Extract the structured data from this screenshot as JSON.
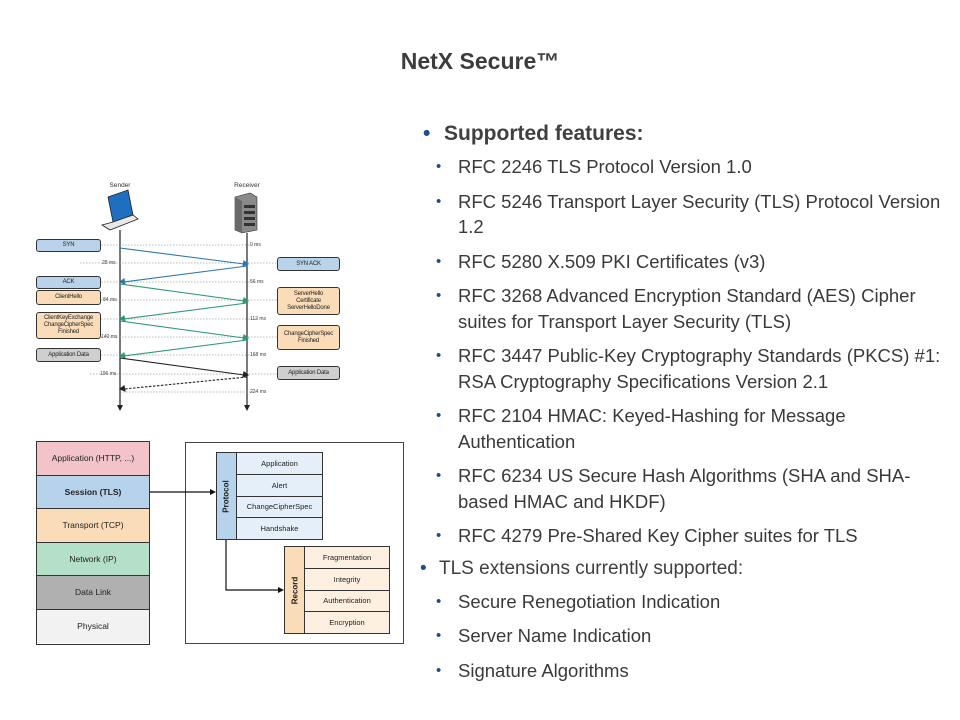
{
  "slide": {
    "title": "NetX Secure™"
  },
  "features": {
    "heading": "Supported features:",
    "items": [
      "RFC 2246 TLS Protocol Version 1.0",
      "RFC 5246 Transport Layer Security (TLS) Protocol Version 1.2",
      "RFC 5280 X.509 PKI Certificates (v3)",
      "RFC 3268 Advanced Encryption Standard (AES) Cipher suites for Transport Layer Security (TLS)",
      "RFC 3447 Public-Key Cryptography Standards (PKCS) #1: RSA Cryptography Specifications Version 2.1",
      "RFC 2104 HMAC: Keyed-Hashing for Message Authentication",
      "RFC 6234 US Secure Hash Algorithms (SHA and SHA-based HMAC and HKDF)",
      "RFC 4279 Pre-Shared Key Cipher suites for TLS"
    ]
  },
  "extensions": {
    "heading": "TLS extensions currently supported:",
    "items": [
      "Secure Renegotiation Indication",
      "Server Name Indication",
      "Signature Algorithms"
    ]
  },
  "sequence_diagram": {
    "sender_label": "Sender",
    "receiver_label": "Receiver",
    "sender_icon": "laptop-icon",
    "receiver_icon": "server-icon",
    "sender_messages": {
      "syn": "SYN",
      "ack": "ACK",
      "client_hello": "ClientHello",
      "client_key_exchange": "ClientKeyExchange",
      "change_cipher_spec": "ChangeCipherSpec",
      "finished": "Finished",
      "application_data": "Application Data"
    },
    "receiver_messages": {
      "syn_ack": "SYN ACK",
      "server_hello": "ServerHello",
      "certificate": "Certificate",
      "server_hello_done": "ServerHelloDone",
      "change_cipher_spec": "ChangeCipherSpec",
      "finished": "Finished",
      "application_data": "Application Data"
    },
    "timings": {
      "t0": "0 ms",
      "t28": "28 ms",
      "t56": "56 ms",
      "t84": "84 ms",
      "t112": "112 ms",
      "t140": "140 ms",
      "t168": "168 ms",
      "t196": "196 ms",
      "t224": "224 ms"
    },
    "colors": {
      "tcp": "#2e77b0",
      "tls": "#2e9a6e",
      "data": "#222222"
    }
  },
  "layer_diagram": {
    "layers": [
      {
        "label": "Application (HTTP, ...)",
        "color": "#f2c4c9"
      },
      {
        "label": "Session (TLS)",
        "color": "#b7d3eb"
      },
      {
        "label": "Transport (TCP)",
        "color": "#fbdcb8"
      },
      {
        "label": "Network (IP)",
        "color": "#b3e0c7"
      },
      {
        "label": "Data Link",
        "color": "#b0b0b0"
      },
      {
        "label": "Physical",
        "color": "#f2f2f2"
      }
    ],
    "protocol": {
      "label": "Protocol",
      "rows": [
        "Application",
        "Alert",
        "ChangeCipherSpec",
        "Handshake"
      ]
    },
    "record": {
      "label": "Record",
      "rows": [
        "Fragmentation",
        "Integrity",
        "Authentication",
        "Encryption"
      ]
    }
  }
}
